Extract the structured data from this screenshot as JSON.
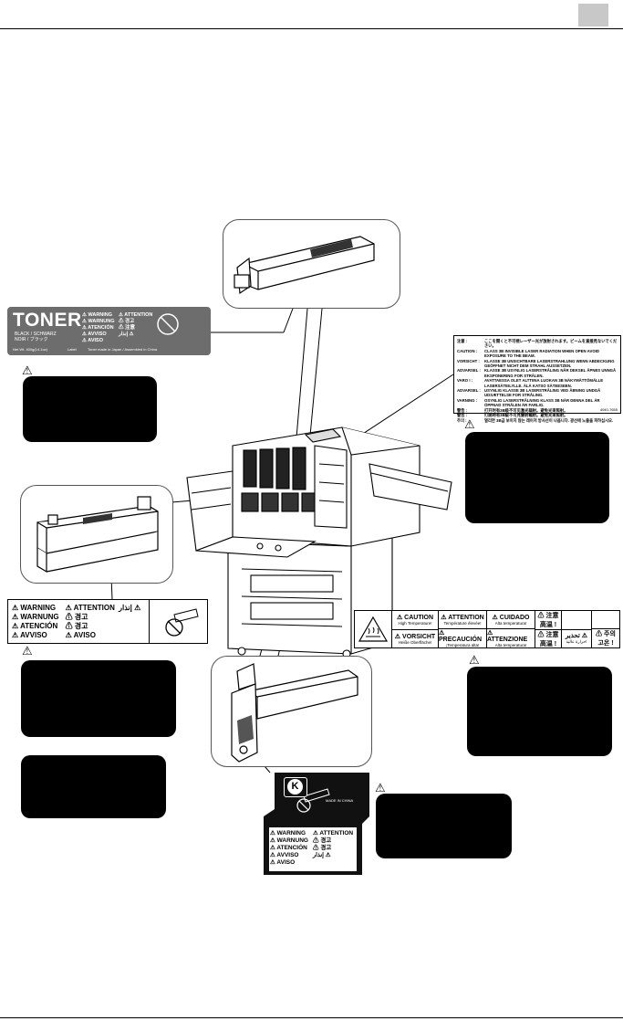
{
  "page": {
    "number": ""
  },
  "toner_label": {
    "title": "TONER",
    "color_line1": "BLACK / SCHWARZ",
    "color_line2": "NOIR / ブラック",
    "warnings": [
      "WARNING",
      "ATTENTION",
      "WARNUNG",
      "경고",
      "ATENCIÓN",
      "注意",
      "AVVISO",
      "إنذار",
      "AVISO"
    ],
    "footer_left": "Net Wt. 400g(14.1oz)",
    "footer_mid": "Label",
    "footer_right": "Toner made in Japan / Assembled in China"
  },
  "waste_label": {
    "warnings": [
      "WARNING",
      "ATTENTION",
      "إنذار",
      "WARNUNG",
      "경고",
      "ATENCIÓN",
      "경고",
      "AVVISO",
      "AVISO"
    ]
  },
  "drum_label": {
    "badge": "K",
    "made_in": "MADE IN CHINA",
    "warnings": [
      "WARNING",
      "ATTENTION",
      "WARNUNG",
      "경고",
      "ATENCIÓN",
      "경고",
      "AVVISO",
      "إنذار",
      "AVISO"
    ]
  },
  "heat_label": {
    "cells": [
      {
        "top": "CAUTION",
        "top_sub": "High Temperature!",
        "bot": "VORSICHT",
        "bot_sub": "Heiße Oberfläche!"
      },
      {
        "top": "ATTENTION",
        "top_sub": "Température élevée!",
        "bot": "PRECAUCIÓN",
        "bot_sub": "¡Temperatura alta!"
      },
      {
        "top": "CUIDADO",
        "top_sub": "Alta temperatura!",
        "bot": "ATTENZIONE",
        "bot_sub": "Alta temperatura!"
      },
      {
        "top": "注意",
        "top_sub": "高温 !",
        "bot": "注意",
        "bot_sub": "高温 !"
      },
      {
        "top": "",
        "top_sub": "",
        "bot": "تحذير",
        "bot_sub": "حرارة عالية!"
      },
      {
        "top": "",
        "top_sub": "",
        "bot": "주의",
        "bot_sub": "고온 !"
      }
    ]
  },
  "laser_label": {
    "rows": [
      {
        "k": "注意 :",
        "v": "ここを開くと不可視レーザー光が放射されます。ビームを直接見ないでください。"
      },
      {
        "k": "CAUTION :",
        "v": "CLASS 3B INVISIBLE LASER RADIATION WHEN OPEN AVOID EXPOSURE TO THE BEAM."
      },
      {
        "k": "VORSICHT :",
        "v": "KLASSE 3B UNSICHTBARE LASERSTRAHLUNG WENN ABDECKUNG GEÖFFNET NICHT DEM STRAHL AUSSETZEN."
      },
      {
        "k": "ADVARSEL :",
        "v": "KLASSE 3B USYNLIG LASERSTRÅLING NÅR DEKSEL ÅPNES UNNGÅ EKSPONERING FOR STRÅLEN."
      },
      {
        "k": "VARO ! :",
        "v": "AVATTAESSA OLET ALTTIINA LUOKAN 3B NÄKYMÄTTÖMÄLLE LASERSÄTEILYLLE. ÄLÄ KATSO SÄTEESEEN."
      },
      {
        "k": "ADVARSEL :",
        "v": "USYNLIG KLASSE 3B LASERSTRÅLING VED ÅBNING UNDGÅ UDSÆTTELSE FOR STRÅLING."
      },
      {
        "k": "VARNING :",
        "v": "OSYNLIG LASERSTRÅLNING KLASS 3B NÄR DENNA DEL ÄR ÖPPNAD STRÅLEN ÄR FARLIG."
      },
      {
        "k": "警告 :",
        "v": "打开时有3B级不可见激光辐射。避免光束照射。"
      },
      {
        "k": "警告 :",
        "v": "打開時有3B級不可見雷射輻射。避免光束照射。"
      },
      {
        "k": "주의 :",
        "v": "열리면 3B급 보이지 않는 레이저 방사선이 나옵니다. 광선에 노출을 피하십시오."
      }
    ],
    "code": "4040-7655"
  }
}
